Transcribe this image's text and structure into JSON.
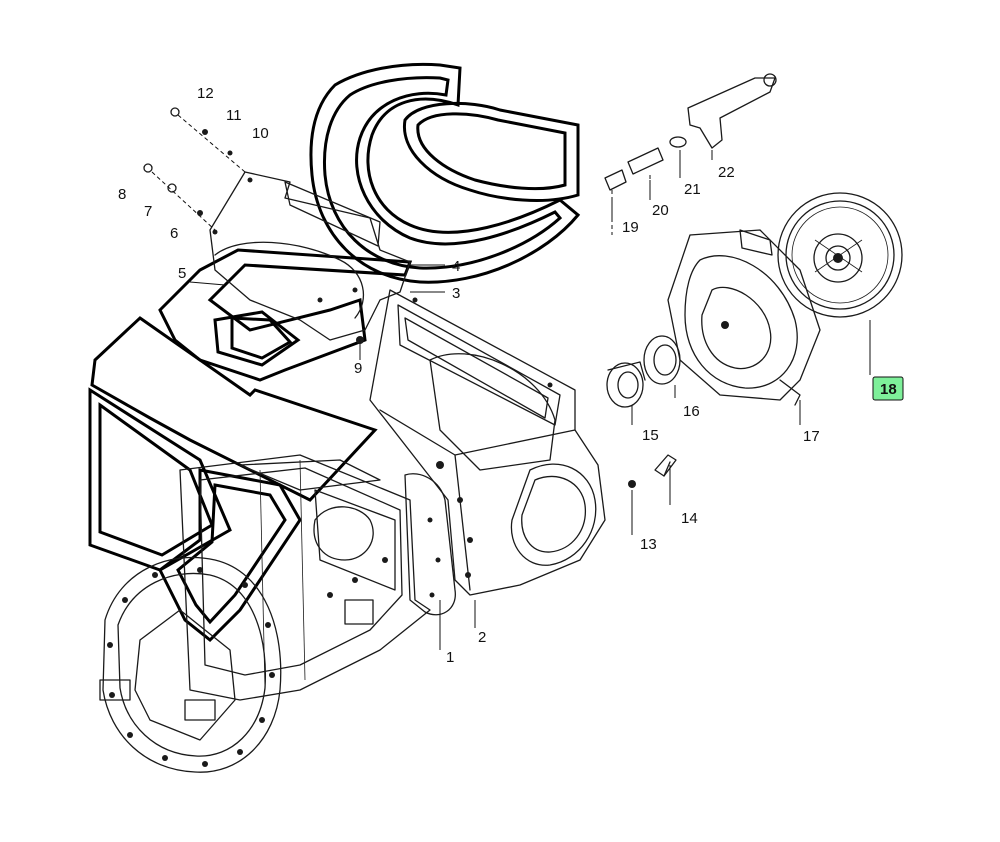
{
  "diagram": {
    "part_labels": [
      "1",
      "2",
      "3",
      "4",
      "5",
      "6",
      "7",
      "8",
      "9",
      "10",
      "11",
      "12",
      "13",
      "14",
      "15",
      "16",
      "17",
      "18",
      "19",
      "20",
      "21",
      "22"
    ],
    "highlighted_label": "18",
    "highlight_color": "#7ef09a",
    "line_color": "#1a1a1a",
    "background": "#ffffff"
  }
}
